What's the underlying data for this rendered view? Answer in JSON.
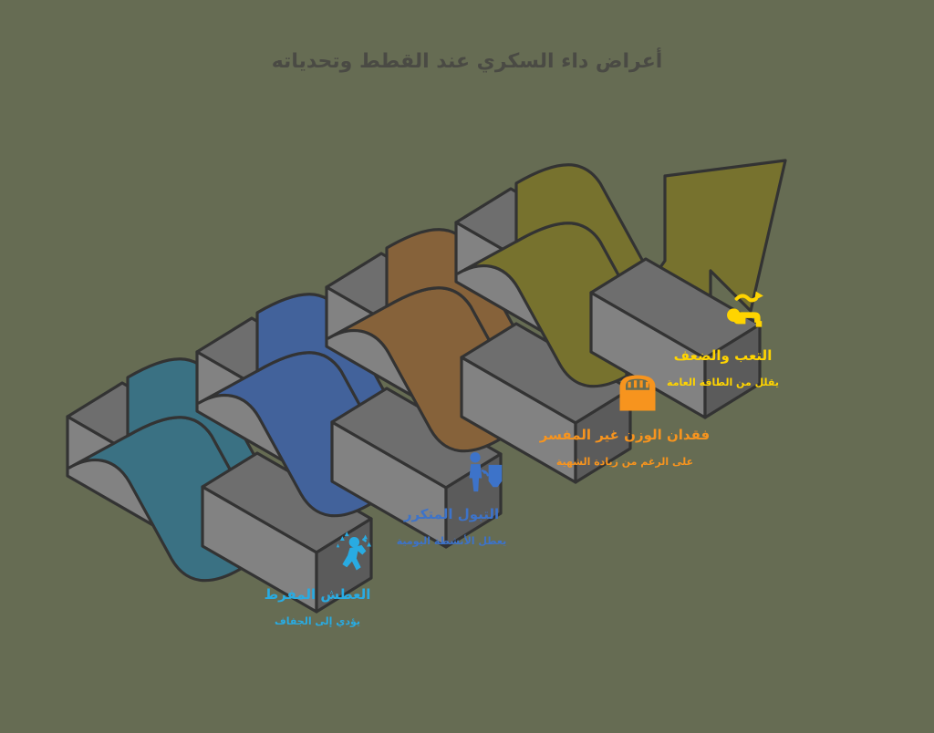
{
  "title": "أعراض داء السكري عند القطط وتحدياته",
  "theme": {
    "background": "#666c53",
    "title_color": "#4a4a44",
    "outline": "#333333",
    "block_top": "#6e6e6e",
    "block_front": "#828282",
    "block_side": "#5b5b5b"
  },
  "chart_data": {
    "type": "diagram",
    "subtype": "isometric-step-arrow",
    "title": "أعراض داء السكري عند القطط وتحدياته",
    "direction": "rtl",
    "description": "سهم متصاعد بأربع مراحل فوق كتل رمادية",
    "steps": [
      {
        "index": 1,
        "caption": "العطش المفرط",
        "subtitle": "يؤدي إلى الجفاف",
        "color": "#3a7183",
        "text_color": "#29abe2",
        "icon": "person-drinking-icon"
      },
      {
        "index": 2,
        "caption": "التبول المتكرر",
        "subtitle": "يعطل الأنشطة اليومية",
        "color": "#42629b",
        "text_color": "#3d73c9",
        "icon": "person-toilet-icon"
      },
      {
        "index": 3,
        "caption": "فقدان الوزن غير المفسر",
        "subtitle": "على الرغم من زيادة الشهية",
        "color": "#86623a",
        "text_color": "#f7941e",
        "icon": "weight-scale-icon"
      },
      {
        "index": 4,
        "caption": "التعب والضعف",
        "subtitle": "يقلل من الطاقة العامة",
        "color": "#77722e",
        "text_color": "#ffd400",
        "icon": "person-tired-icon"
      }
    ]
  }
}
